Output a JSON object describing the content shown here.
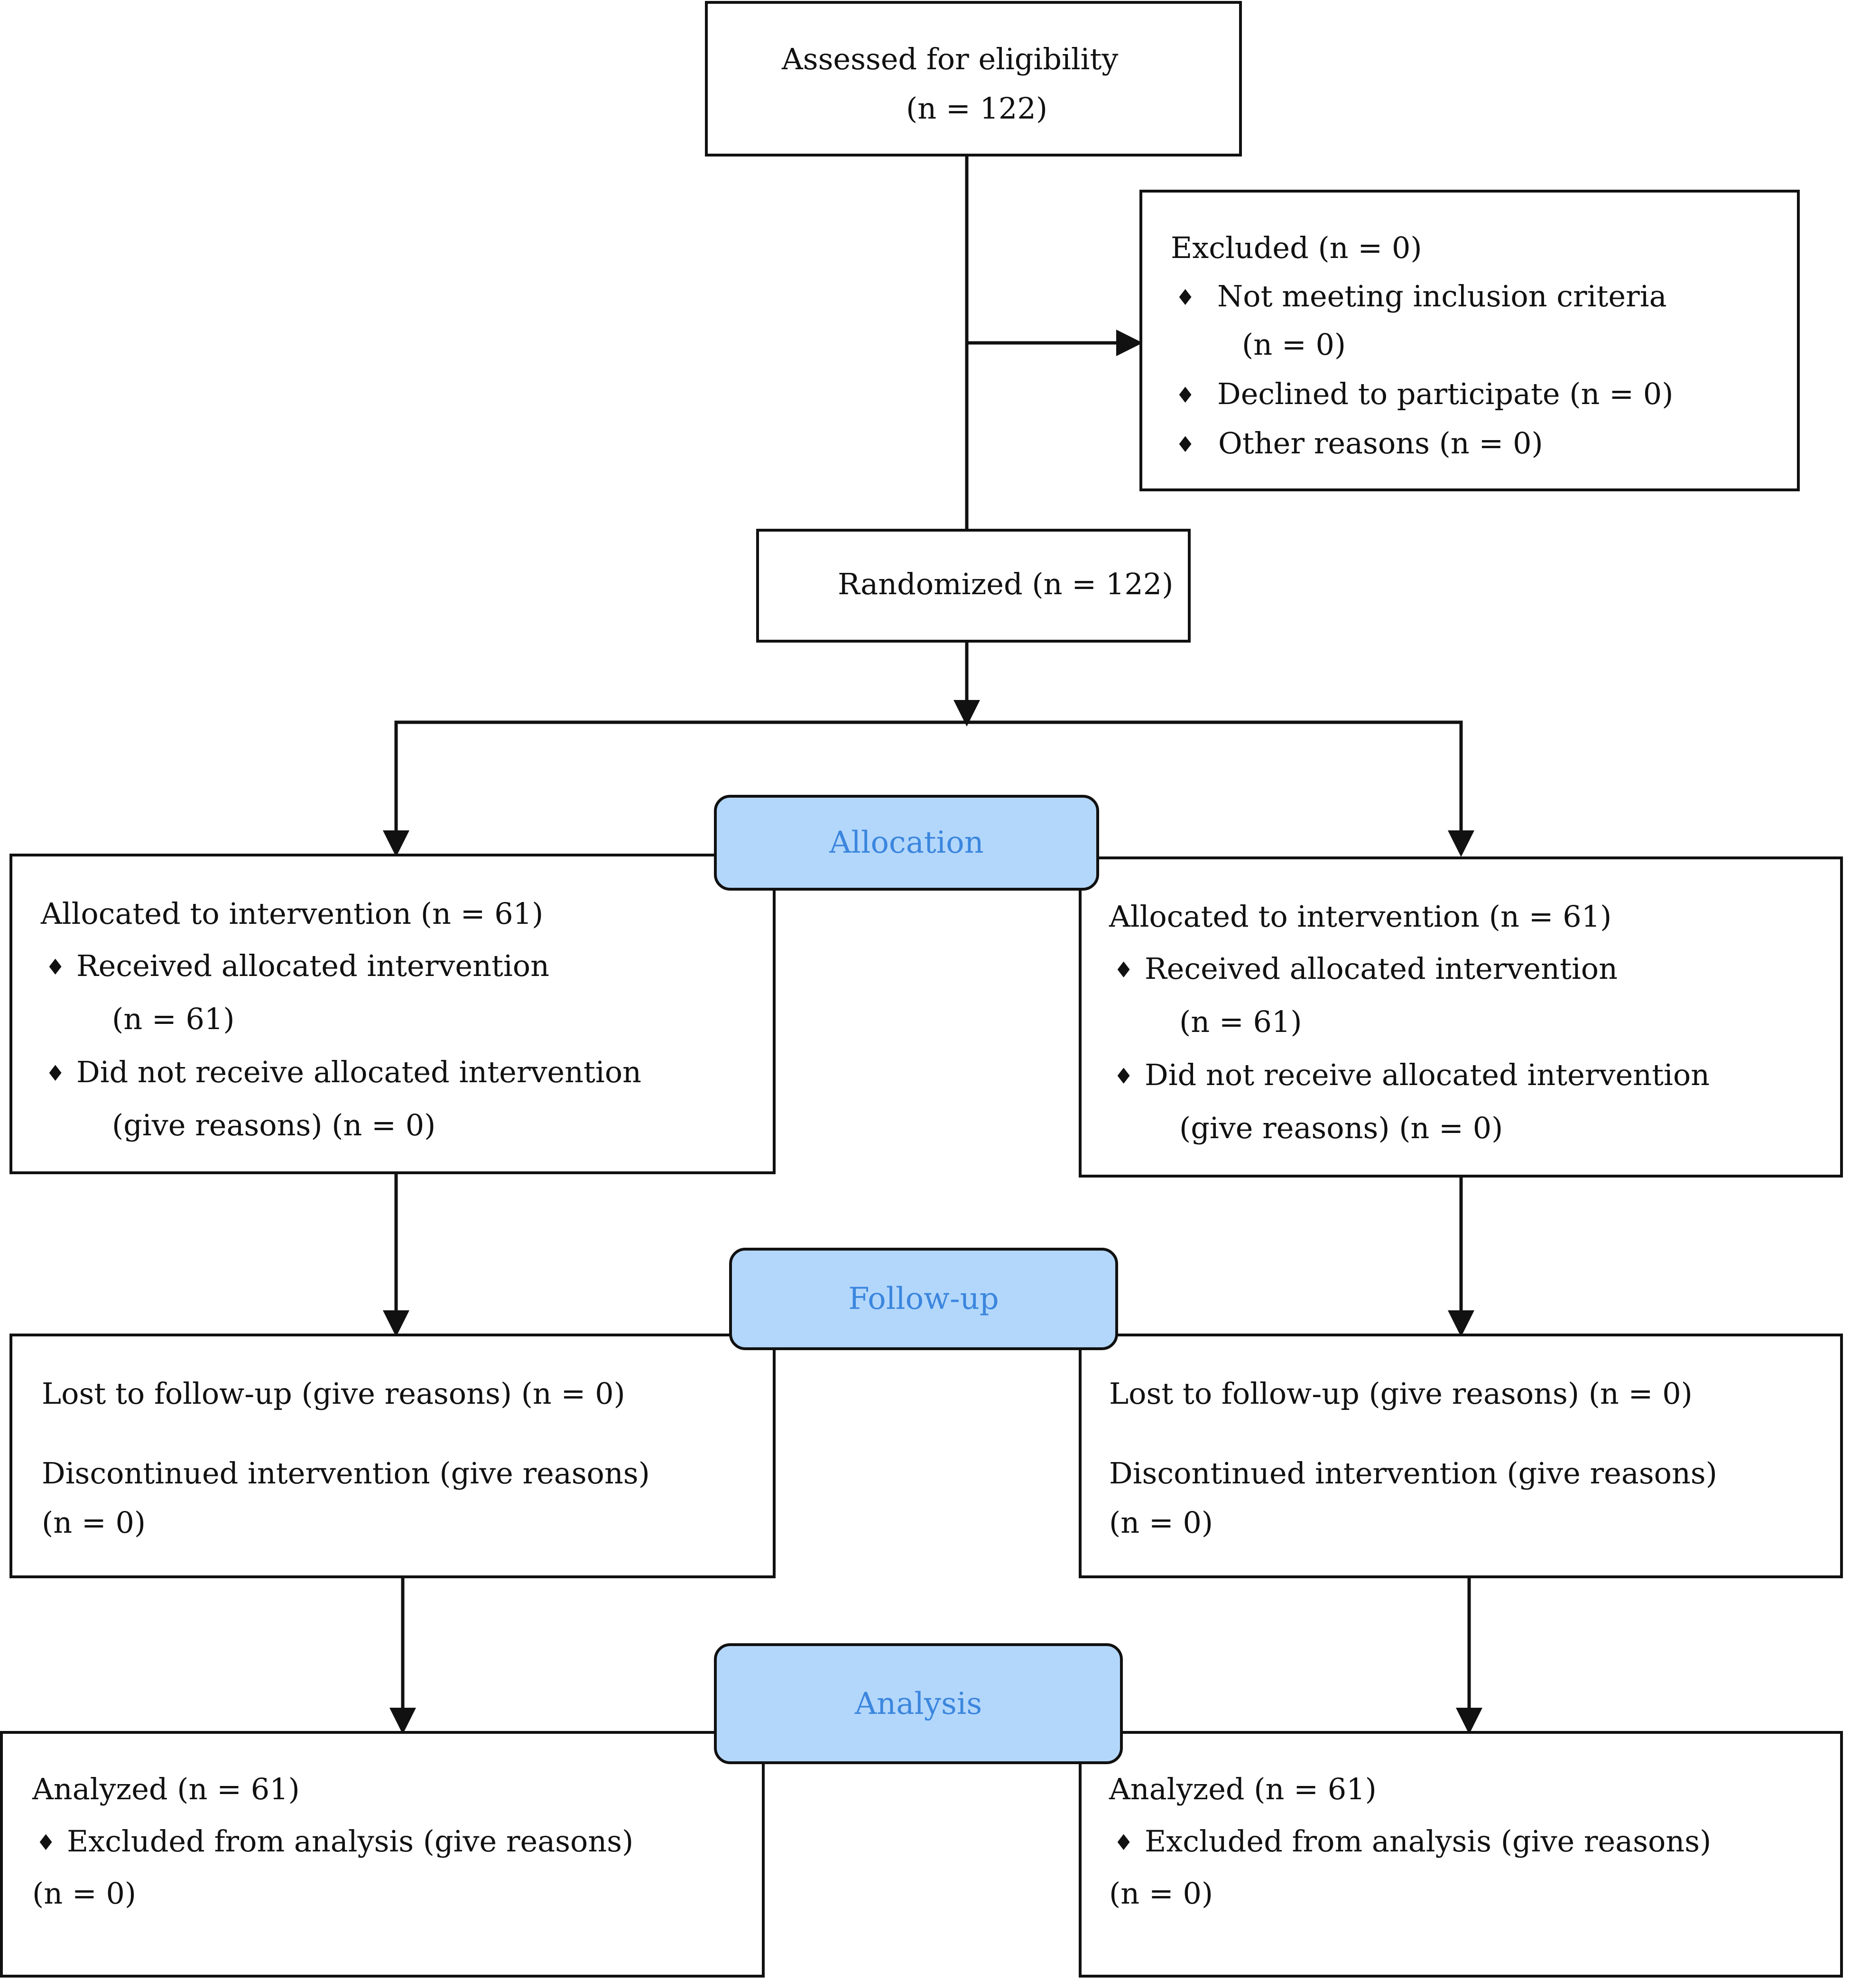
{
  "colors": {
    "stroke": "#111111",
    "stage_fill": "#b3d7fb",
    "stage_text": "#3b86de",
    "background": "#ffffff"
  },
  "icons": {
    "bullet": "diamond-bullet-icon",
    "arrow": "arrowhead-icon"
  },
  "assessed": {
    "title": "Assessed for eligibility",
    "count": "(n = 122)"
  },
  "excluded": {
    "title": "Excluded (n = 0)",
    "items": [
      {
        "label": "Not meeting inclusion criteria",
        "count": "(n = 0)"
      },
      {
        "label": "Declined to participate (n = 0)"
      },
      {
        "label": "Other reasons (n = 0)"
      }
    ]
  },
  "randomized": {
    "label": "Randomized (n = 122)"
  },
  "stages": {
    "allocation": "Allocation",
    "followup": "Follow-up",
    "analysis": "Analysis"
  },
  "arms": [
    {
      "allocated": {
        "title": "Allocated to intervention (n = 61)",
        "received": "Received allocated intervention",
        "received_count": "(n = 61)",
        "not_received": "Did not receive allocated intervention",
        "not_received_reason": "(give reasons) (n = 0)"
      },
      "followup": {
        "lost": "Lost to follow-up (give reasons) (n = 0)",
        "discontinued": "Discontinued intervention (give reasons)",
        "discontinued_count": "(n = 0)"
      },
      "analysis": {
        "title": "Analyzed (n = 61)",
        "excluded": "Excluded from analysis (give reasons)",
        "excluded_count": "(n = 0)"
      }
    },
    {
      "allocated": {
        "title": "Allocated to intervention (n = 61)",
        "received": "Received allocated intervention",
        "received_count": "(n = 61)",
        "not_received": "Did not receive allocated intervention",
        "not_received_reason": "(give reasons) (n = 0)"
      },
      "followup": {
        "lost": "Lost to follow-up (give reasons) (n = 0)",
        "discontinued": "Discontinued intervention (give reasons)",
        "discontinued_count": "(n = 0)"
      },
      "analysis": {
        "title": "Analyzed (n = 61)",
        "excluded": "Excluded from analysis (give reasons)",
        "excluded_count": "(n = 0)"
      }
    }
  ]
}
